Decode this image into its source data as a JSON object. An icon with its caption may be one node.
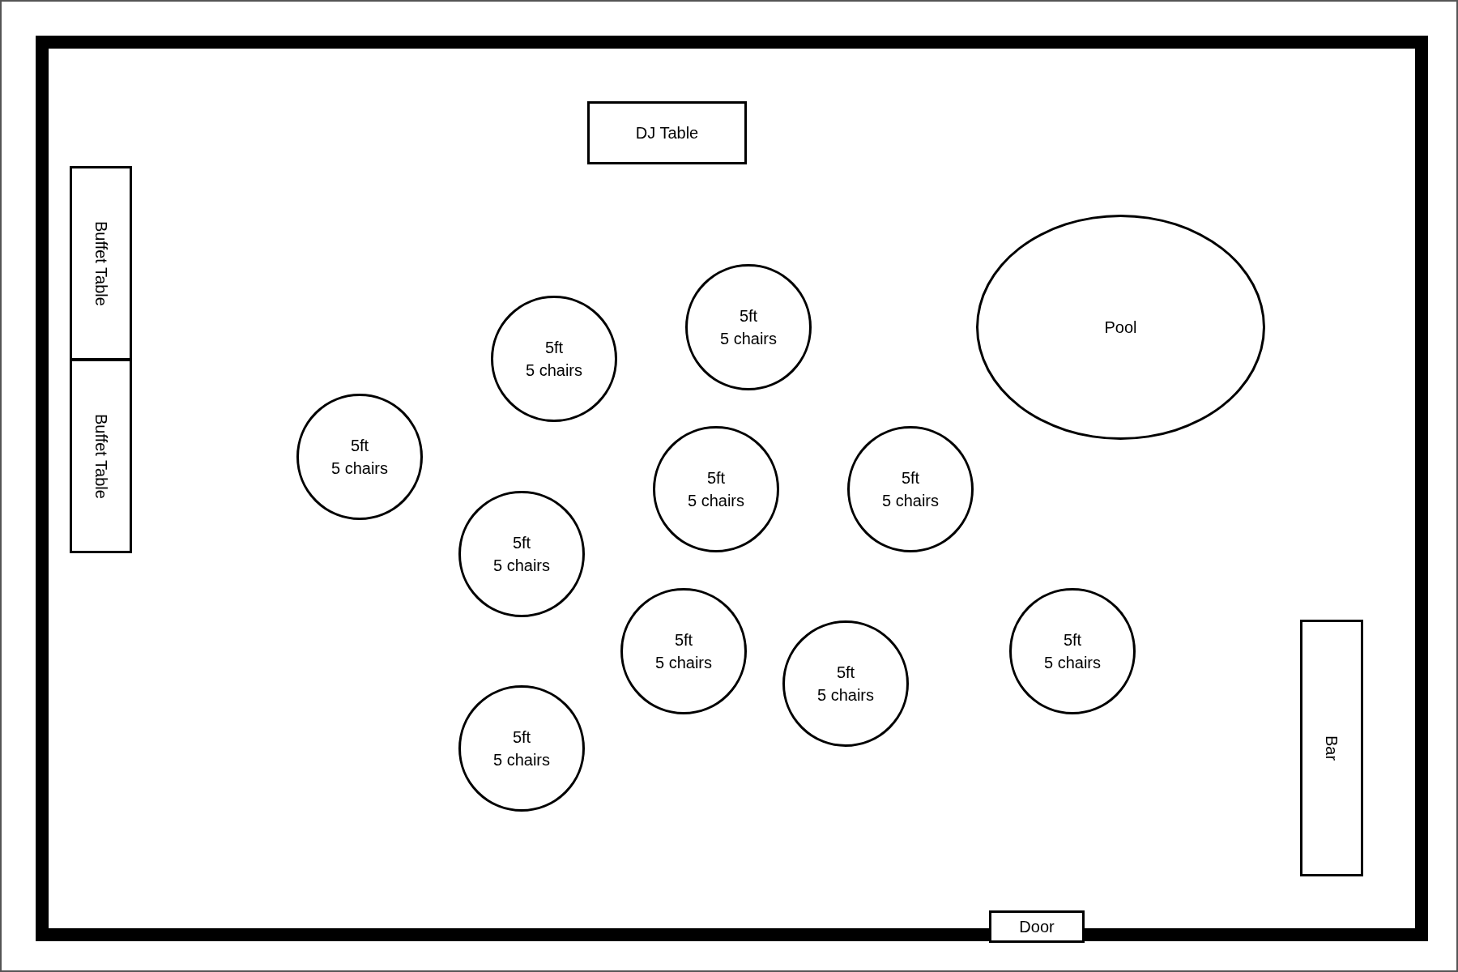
{
  "diagram": {
    "nodes": [
      {
        "text": [
          "DJ Table"
        ]
      },
      {
        "text": [
          "Buffet Table"
        ]
      },
      {
        "text": [
          "Buffet Table"
        ]
      },
      {
        "text": [
          "Pool"
        ]
      },
      {
        "text": [
          "5ft",
          "5 chairs"
        ]
      },
      {
        "text": [
          "5ft",
          "5 chairs"
        ]
      },
      {
        "text": [
          "5ft",
          "5 chairs"
        ]
      },
      {
        "text": [
          "5ft",
          "5 chairs"
        ]
      },
      {
        "text": [
          "5ft",
          "5 chairs"
        ]
      },
      {
        "text": [
          "5ft",
          "5 chairs"
        ]
      },
      {
        "text": [
          "5ft",
          "5 chairs"
        ]
      },
      {
        "text": [
          "5ft",
          "5 chairs"
        ]
      },
      {
        "text": [
          "5ft",
          "5 chairs"
        ]
      },
      {
        "text": [
          "5ft",
          "5 chairs"
        ]
      },
      {
        "text": [
          "Bar"
        ]
      },
      {
        "text": [
          "Door"
        ]
      }
    ]
  }
}
